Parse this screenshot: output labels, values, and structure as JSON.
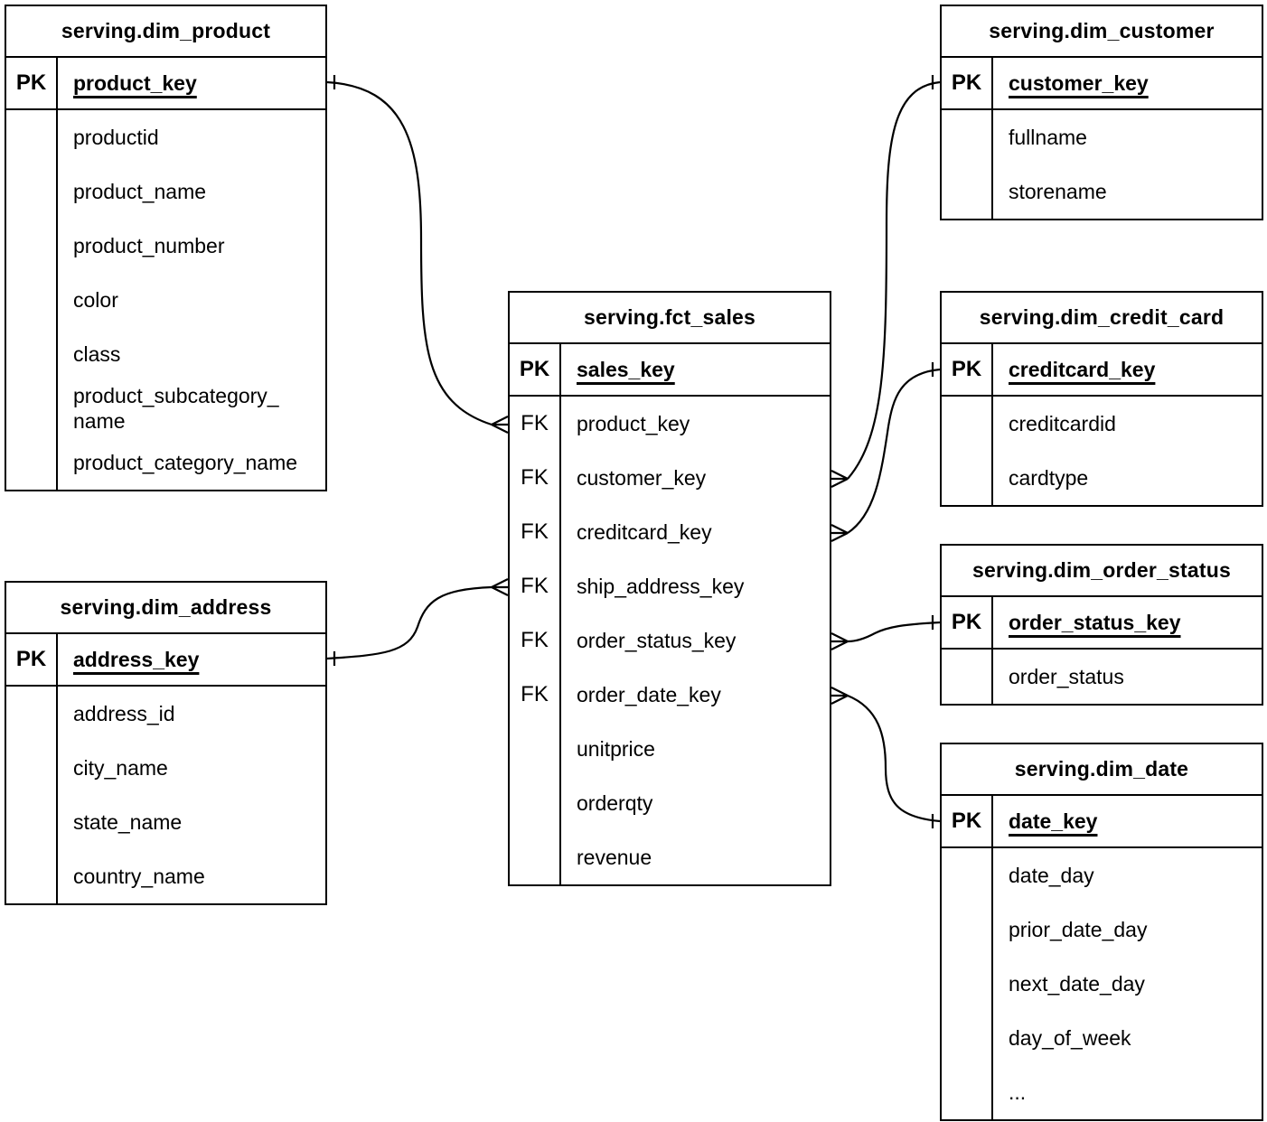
{
  "diagram": {
    "type": "entity-relationship",
    "colors": {
      "background": "#ffffff",
      "line": "#000000",
      "text": "#000000"
    },
    "tables": [
      {
        "id": "dim_product",
        "title": "serving.dim_product",
        "pk_label": "PK",
        "primary_key": "product_key",
        "fields": [
          {
            "key": "",
            "name": "productid"
          },
          {
            "key": "",
            "name": "product_name"
          },
          {
            "key": "",
            "name": "product_number"
          },
          {
            "key": "",
            "name": "color"
          },
          {
            "key": "",
            "name": "class"
          },
          {
            "key": "",
            "name": "product_subcategory_\nname"
          },
          {
            "key": "",
            "name": "product_category_name"
          }
        ]
      },
      {
        "id": "dim_customer",
        "title": "serving.dim_customer",
        "pk_label": "PK",
        "primary_key": "customer_key",
        "fields": [
          {
            "key": "",
            "name": "fullname"
          },
          {
            "key": "",
            "name": "storename"
          }
        ]
      },
      {
        "id": "fct_sales",
        "title": "serving.fct_sales",
        "pk_label": "PK",
        "primary_key": "sales_key",
        "fields": [
          {
            "key": "FK",
            "name": "product_key"
          },
          {
            "key": "FK",
            "name": "customer_key"
          },
          {
            "key": "FK",
            "name": "creditcard_key"
          },
          {
            "key": "FK",
            "name": "ship_address_key"
          },
          {
            "key": "FK",
            "name": "order_status_key"
          },
          {
            "key": "FK",
            "name": "order_date_key"
          },
          {
            "key": "",
            "name": "unitprice"
          },
          {
            "key": "",
            "name": "orderqty"
          },
          {
            "key": "",
            "name": "revenue"
          }
        ]
      },
      {
        "id": "dim_credit_card",
        "title": "serving.dim_credit_card",
        "pk_label": "PK",
        "primary_key": "creditcard_key",
        "fields": [
          {
            "key": "",
            "name": "creditcardid"
          },
          {
            "key": "",
            "name": "cardtype"
          }
        ]
      },
      {
        "id": "dim_order_status",
        "title": "serving.dim_order_status",
        "pk_label": "PK",
        "primary_key": "order_status_key",
        "fields": [
          {
            "key": "",
            "name": "order_status"
          }
        ]
      },
      {
        "id": "dim_address",
        "title": "serving.dim_address",
        "pk_label": "PK",
        "primary_key": "address_key",
        "fields": [
          {
            "key": "",
            "name": "address_id"
          },
          {
            "key": "",
            "name": "city_name"
          },
          {
            "key": "",
            "name": "state_name"
          },
          {
            "key": "",
            "name": "country_name"
          }
        ]
      },
      {
        "id": "dim_date",
        "title": "serving.dim_date",
        "pk_label": "PK",
        "primary_key": "date_key",
        "fields": [
          {
            "key": "",
            "name": "date_day"
          },
          {
            "key": "",
            "name": "prior_date_day"
          },
          {
            "key": "",
            "name": "next_date_day"
          },
          {
            "key": "",
            "name": "day_of_week"
          },
          {
            "key": "",
            "name": "..."
          }
        ]
      }
    ],
    "relationships": [
      {
        "one": "serving.dim_product.product_key",
        "many": "serving.fct_sales.product_key"
      },
      {
        "one": "serving.dim_customer.customer_key",
        "many": "serving.fct_sales.customer_key"
      },
      {
        "one": "serving.dim_credit_card.creditcard_key",
        "many": "serving.fct_sales.creditcard_key"
      },
      {
        "one": "serving.dim_address.address_key",
        "many": "serving.fct_sales.ship_address_key"
      },
      {
        "one": "serving.dim_order_status.order_status_key",
        "many": "serving.fct_sales.order_status_key"
      },
      {
        "one": "serving.dim_date.date_key",
        "many": "serving.fct_sales.order_date_key"
      }
    ]
  }
}
